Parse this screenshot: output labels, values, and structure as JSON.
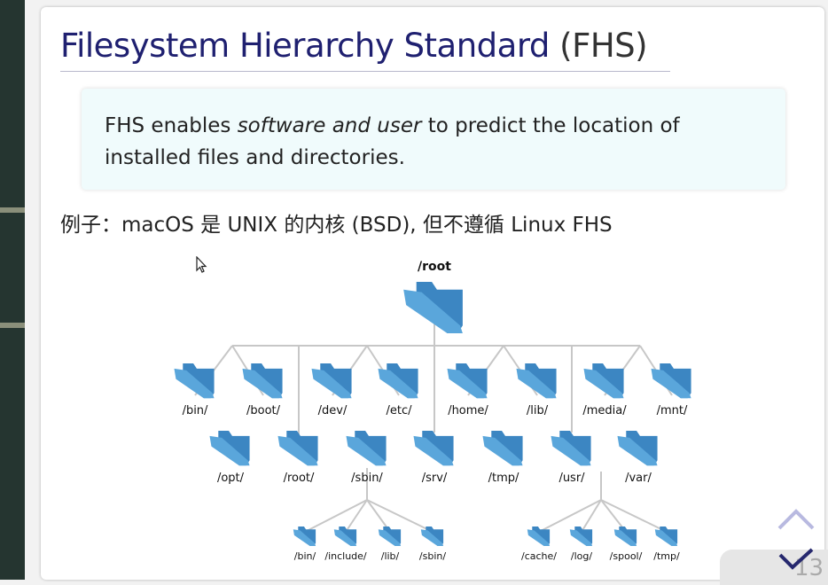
{
  "slide": {
    "title_main": "Filesystem Hierarchy Standard",
    "title_paren": "(FHS)",
    "callout": {
      "before": "FHS enables ",
      "emph": "software and user",
      "after": " to predict the location of installed files and directories."
    },
    "example": "例子：macOS 是 UNIX 的内核 (BSD), 但不遵循 Linux FHS"
  },
  "tree": {
    "root": "/root",
    "row1": [
      "/bin/",
      "/boot/",
      "/dev/",
      "/etc/",
      "/home/",
      "/lib/",
      "/media/",
      "/mnt/"
    ],
    "row2": [
      "/opt/",
      "/root/",
      "/sbin/",
      "/srv/",
      "/tmp/",
      "/usr/",
      "/var/"
    ],
    "usr_children": [
      "/bin/",
      "/include/",
      "/lib/",
      "/sbin/"
    ],
    "var_children": [
      "/cache/",
      "/log/",
      "/spool/",
      "/tmp/"
    ]
  },
  "overlay": {
    "page_num": "13"
  },
  "colors": {
    "title": "#1f2070",
    "folder_front": "#5aa6db",
    "folder_back": "#3c86c2",
    "callout_bg": "#f0fbfc",
    "nav": "#26286e"
  }
}
